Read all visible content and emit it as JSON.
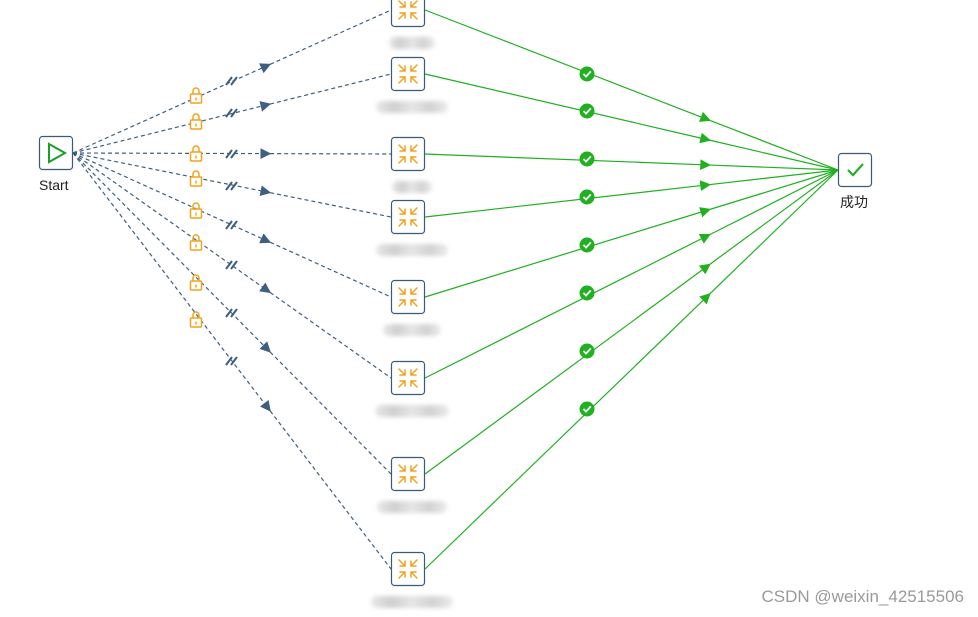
{
  "start": {
    "label": "Start",
    "icon": "play-icon"
  },
  "end": {
    "label": "成功",
    "icon": "check-icon"
  },
  "transforms": [
    {
      "icon": "transform-arrows-icon",
      "label": ""
    },
    {
      "icon": "transform-arrows-icon",
      "label": ""
    },
    {
      "icon": "transform-arrows-icon",
      "label": ""
    },
    {
      "icon": "transform-arrows-icon",
      "label": ""
    },
    {
      "icon": "transform-arrows-icon",
      "label": ""
    },
    {
      "icon": "transform-arrows-icon",
      "label": ""
    },
    {
      "icon": "transform-arrows-icon",
      "label": ""
    },
    {
      "icon": "transform-arrows-icon",
      "label": ""
    }
  ],
  "hops": {
    "start_to_transform": {
      "style": "dashed",
      "markers": [
        "lock-icon",
        "parallel-icon"
      ]
    },
    "transform_to_end": {
      "style": "solid",
      "markers": [
        "success-check-icon"
      ]
    }
  },
  "watermark": "CSDN @weixin_42515506",
  "colors": {
    "dashed_hop": "#3f5f7f",
    "success_hop": "#20b020",
    "lock": "#f2a21d",
    "transform_icon": "#f2a21d",
    "node_border": "#3a5a78",
    "start_icon": "#1aa02a"
  }
}
